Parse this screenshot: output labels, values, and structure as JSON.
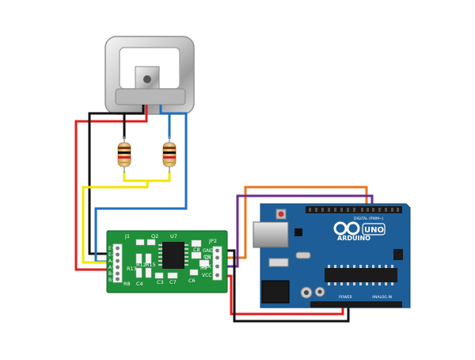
{
  "colors": {
    "wire_red": "#e01e1e",
    "wire_black": "#111111",
    "wire_blue": "#1f6fc2",
    "wire_yellow": "#f2e600",
    "wire_orange": "#e8761c",
    "wire_purple": "#6a2c91",
    "pcb_green": "#1f8f3a",
    "arduino_blue": "#1d5e98",
    "chip": "#1b1b1b"
  },
  "hx711": {
    "labels": {
      "j1": "J1",
      "q2": "Q2",
      "u7": "U7",
      "jp2": "JP2",
      "c8": "C8",
      "c5": "C5",
      "r12": "R12",
      "r15": "R15",
      "r8": "R8",
      "c4": "C4",
      "c7": "C7",
      "c3": "C3",
      "r9": "R9",
      "r13": "R13",
      "r8b": "R8",
      "c6": "C6",
      "gnd": "GND",
      "dt": "DT",
      "sck": "SCK",
      "vcc": "VCC",
      "e_plus": "E+",
      "e_minus": "E-",
      "a_minus": "A-",
      "a_plus": "A+",
      "b_minus": "B-",
      "b_plus": "B+"
    }
  },
  "arduino": {
    "brand": "ARDUINO",
    "model": "UNO",
    "digital_label": "DIGITAL (PWM~)",
    "power_label": "POWER",
    "analog_label": "ANALOG IN"
  }
}
